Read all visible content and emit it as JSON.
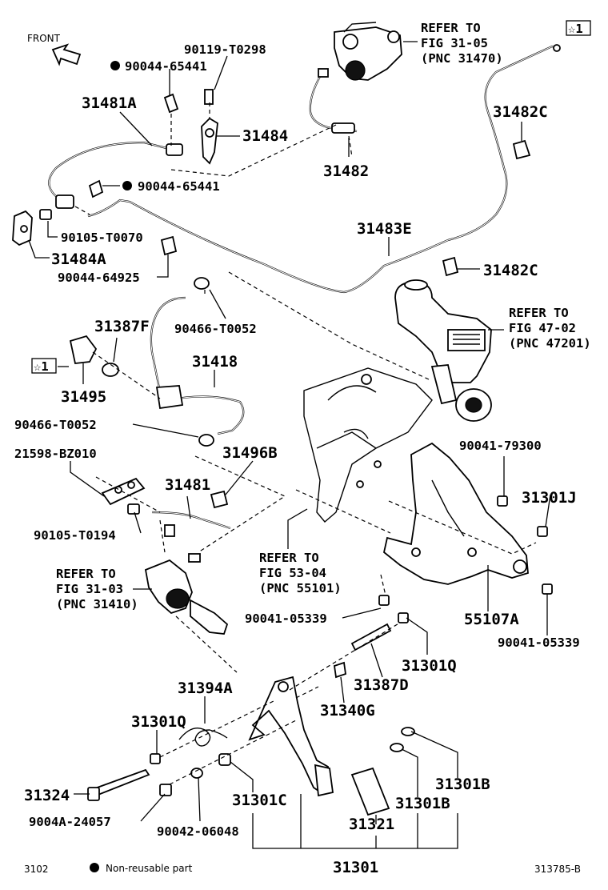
{
  "labels": {
    "front": "FRONT",
    "refer_top": [
      "REFER TO",
      "FIG 31-05",
      "(PNC 31470)"
    ],
    "star_top": "☆1",
    "p_90119": "90119-T0298",
    "p_90044_a": "90044-65441",
    "p_31481A": "31481A",
    "p_31484": "31484",
    "p_31482": "31482",
    "p_31482C_a": "31482C",
    "p_90044_b": "90044-65441",
    "p_31483E": "31483E",
    "p_90105_a": "90105-T0070",
    "p_31484A": "31484A",
    "p_31482C_b": "31482C",
    "p_90044_64925": "90044-64925",
    "p_90466_a": "90466-T0052",
    "refer_mid": [
      "REFER TO",
      "FIG 47-02",
      "(PNC 47201)"
    ],
    "p_31387F": "31387F",
    "star_left": "☆1",
    "p_31418": "31418",
    "p_31495": "31495",
    "p_90466_b": "90466-T0052",
    "p_21598": "21598-BZ010",
    "p_31496B": "31496B",
    "p_90041_79300": "90041-79300",
    "p_31481": "31481",
    "p_31301J": "31301J",
    "p_90105_b": "90105-T0194",
    "refer_left": [
      "REFER TO",
      "FIG 31-03",
      "(PNC 31410)"
    ],
    "refer_center": [
      "REFER TO",
      "FIG 53-04",
      "(PNC 55101)"
    ],
    "p_90041_05339_a": "90041-05339",
    "p_55107A": "55107A",
    "p_90041_05339_b": "90041-05339",
    "p_31301Q_a": "31301Q",
    "p_31387D": "31387D",
    "p_31394A": "31394A",
    "p_31340G": "31340G",
    "p_31301Q_b": "31301Q",
    "p_31301B_a": "31301B",
    "p_31324": "31324",
    "p_31301C": "31301C",
    "p_31301B_b": "31301B",
    "p_9004A": "9004A-24057",
    "p_31321": "31321",
    "p_90042": "90042-06048",
    "p_31301": "31301"
  },
  "footer": {
    "page_code": "3102",
    "legend_text": "Non-reusable part",
    "diagram_code": "313785-B"
  }
}
